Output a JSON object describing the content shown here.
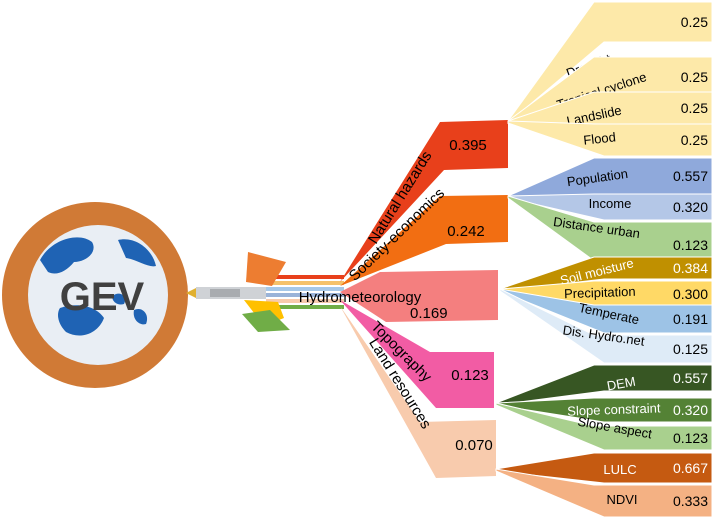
{
  "center": {
    "label": "GEV"
  },
  "categories": [
    {
      "name": "Natural hazards",
      "weight": "0.395",
      "color": "#e8401b",
      "indicators": [
        {
          "name": "Drought",
          "weight": "0.25",
          "color": "#fde9a9"
        },
        {
          "name": "Tropical cyclone",
          "weight": "0.25",
          "color": "#fde9a9"
        },
        {
          "name": "Landslide",
          "weight": "0.25",
          "color": "#fde9a9"
        },
        {
          "name": "Flood",
          "weight": "0.25",
          "color": "#fde9a9"
        }
      ]
    },
    {
      "name": "Society-economics",
      "weight": "0.242",
      "color": "#f26e12",
      "indicators": [
        {
          "name": "Population",
          "weight": "0.557",
          "color": "#8fa9db"
        },
        {
          "name": "Income",
          "weight": "0.320",
          "color": "#b4c7e7"
        },
        {
          "name": "Distance urban",
          "weight": "0.123",
          "color": "#a9d08e"
        }
      ]
    },
    {
      "name": "Hydrometeorology",
      "weight": "0.169",
      "color": "#f47f7f",
      "indicators": [
        {
          "name": "Soil moisture",
          "weight": "0.384",
          "color": "#c09000"
        },
        {
          "name": "Precipitation",
          "weight": "0.300",
          "color": "#ffd966"
        },
        {
          "name": "Temperate",
          "weight": "0.191",
          "color": "#9dc3e6"
        },
        {
          "name": "Dis. Hydro.net",
          "weight": "0.125",
          "color": "#deebf7"
        }
      ]
    },
    {
      "name": "Topography",
      "weight": "0.123",
      "color": "#f25ca4",
      "indicators": [
        {
          "name": "DEM",
          "weight": "0.557",
          "color": "#375623"
        },
        {
          "name": "Slope constraint",
          "weight": "0.320",
          "color": "#548235"
        },
        {
          "name": "Slope aspect",
          "weight": "0.123",
          "color": "#a9d08e"
        }
      ]
    },
    {
      "name": "Land resources",
      "weight": "0.070",
      "color": "#f8cbad",
      "indicators": [
        {
          "name": "LULC",
          "weight": "0.667",
          "color": "#c55a11"
        },
        {
          "name": "NDVI",
          "weight": "0.333",
          "color": "#f4b183"
        }
      ]
    }
  ]
}
